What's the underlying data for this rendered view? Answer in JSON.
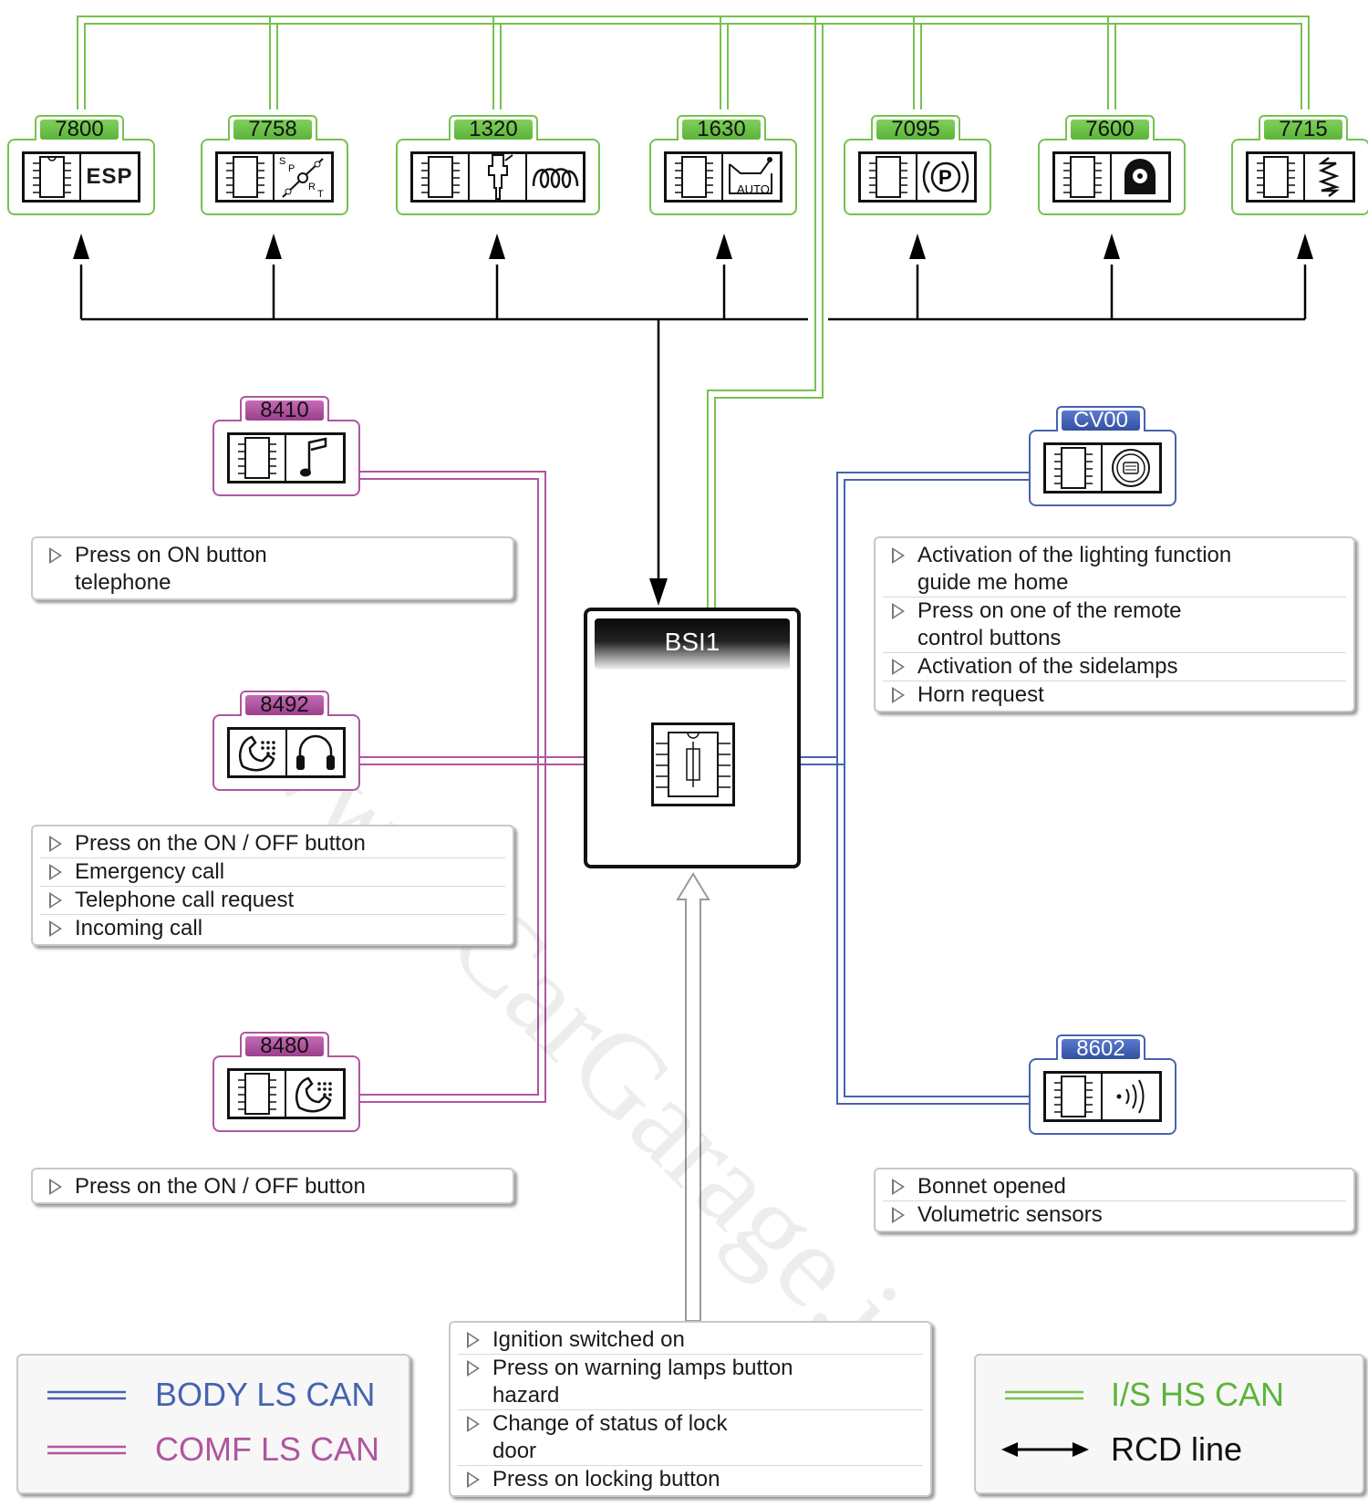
{
  "top_ecus": [
    {
      "code": "7800",
      "label": "ESP"
    },
    {
      "code": "7758",
      "label": "SPORT"
    },
    {
      "code": "1320",
      "label": ""
    },
    {
      "code": "1630",
      "label": "AUTO"
    },
    {
      "code": "7095",
      "label": "P"
    },
    {
      "code": "7600",
      "label": ""
    },
    {
      "code": "7715",
      "label": ""
    }
  ],
  "comf_ecus": [
    {
      "code": "8410"
    },
    {
      "code": "8492"
    },
    {
      "code": "8480"
    }
  ],
  "body_ecus": [
    {
      "code": "CV00"
    },
    {
      "code": "8602"
    }
  ],
  "bsi": {
    "title": "BSI1"
  },
  "notes": {
    "n8410": [
      "Press on ON button telephone"
    ],
    "n8492": [
      "Press on the ON / OFF button",
      "Emergency call",
      "Telephone call request",
      "Incoming call"
    ],
    "n8480": [
      "Press on the ON / OFF button"
    ],
    "ncv00": [
      "Activation of the lighting function guide me home",
      "Press on one of the remote control buttons",
      "Activation of the sidelamps",
      "Horn request"
    ],
    "n8602": [
      "Bonnet opened",
      "Volumetric sensors"
    ],
    "nbottom": [
      "Ignition switched on",
      "Press on warning lamps button hazard",
      "Change of status of lock door",
      "Press on locking button"
    ]
  },
  "legend_left": {
    "body": "BODY LS CAN",
    "comf": "COMF LS CAN"
  },
  "legend_right": {
    "ishs": "I/S HS CAN",
    "rcd": "RCD line"
  },
  "watermark": "www.CarGarage.ir",
  "colors": {
    "ishs": "#76c24f",
    "body": "#4663b0",
    "comf": "#b0559f",
    "rcd": "#000000"
  }
}
